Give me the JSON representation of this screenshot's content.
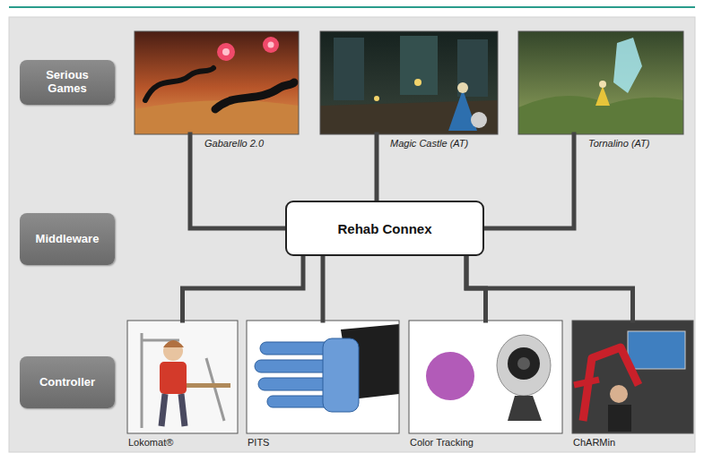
{
  "diagram": {
    "nodes": [
      {
        "text": [
          "Serious Games"
        ]
      },
      {
        "text": [
          "Gabarello 2.0"
        ]
      },
      {
        "text": [
          "Magic Castle (AT)"
        ]
      },
      {
        "text": [
          "Tornalino (AT)"
        ]
      },
      {
        "text": [
          "Middleware"
        ]
      },
      {
        "text": [
          "Rehab Connex"
        ]
      },
      {
        "text": [
          "Controller"
        ]
      },
      {
        "text": [
          "Lokomat®"
        ]
      },
      {
        "text": [
          "PITS"
        ]
      },
      {
        "text": [
          "Color Tracking"
        ]
      },
      {
        "text": [
          "ChARMin"
        ]
      }
    ],
    "edges": [
      {
        "from": 1,
        "to": 5,
        "arrow": "none"
      },
      {
        "from": 2,
        "to": 5,
        "arrow": "none"
      },
      {
        "from": 3,
        "to": 5,
        "arrow": "none"
      },
      {
        "from": 5,
        "to": 7,
        "arrow": "none"
      },
      {
        "from": 5,
        "to": 8,
        "arrow": "none"
      },
      {
        "from": 5,
        "to": 9,
        "arrow": "none"
      },
      {
        "from": 5,
        "to": 10,
        "arrow": "none"
      }
    ]
  }
}
